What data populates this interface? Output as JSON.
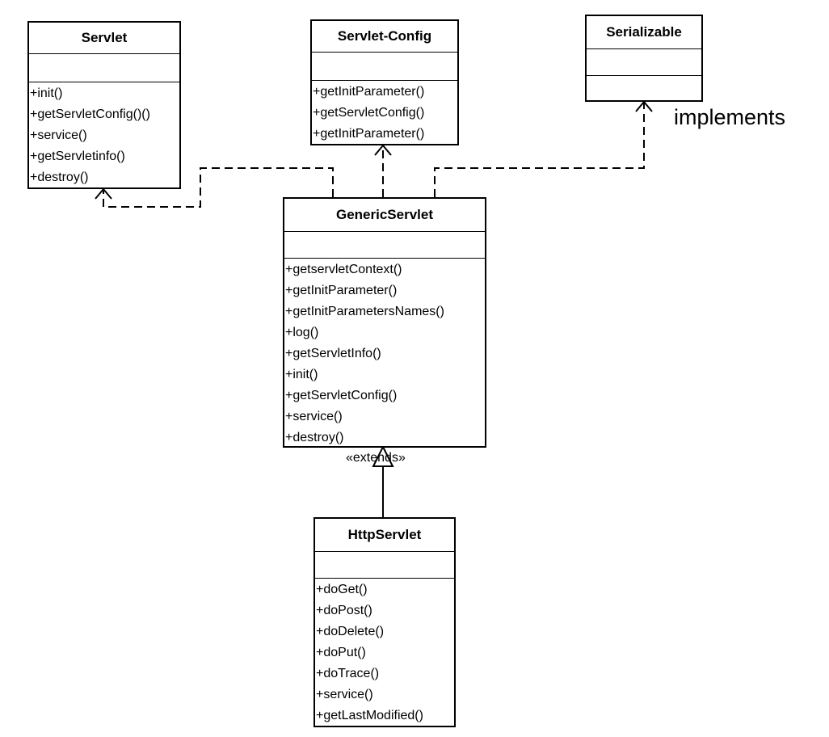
{
  "classes": {
    "servlet": {
      "name": "Servlet",
      "operations": [
        "+init()",
        "+getServletConfig()()",
        "+service()",
        "+getServletinfo()",
        "+destroy()"
      ]
    },
    "servlet_config": {
      "name": "Servlet-Config",
      "operations": [
        "+getInitParameter()",
        "+getServletConfig()",
        "+getInitParameter()"
      ]
    },
    "serializable": {
      "name": "Serializable",
      "operations": []
    },
    "generic_servlet": {
      "name": "GenericServlet",
      "operations": [
        "+getservletContext()",
        "+getInitParameter()",
        "+getInitParametersNames()",
        "+log()",
        "+getServletInfo()",
        "+init()",
        "+getServletConfig()",
        "+service()",
        "+destroy()"
      ]
    },
    "http_servlet": {
      "name": "HttpServlet",
      "operations": [
        "+doGet()",
        "+doPost()",
        "+doDelete()",
        "+doPut()",
        "+doTrace()",
        "+service()",
        "+getLastModified()"
      ]
    }
  },
  "labels": {
    "implements": "implements",
    "extends": "«extends»"
  }
}
